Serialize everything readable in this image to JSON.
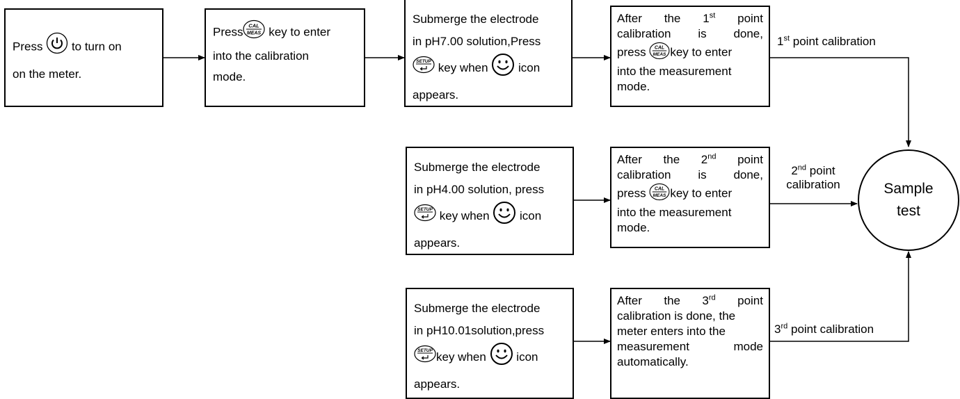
{
  "icons": {
    "power": "power-button-icon",
    "cal_meas": "cal-meas-key-icon",
    "setup": "setup-enter-key-icon",
    "smiley": "smiley-face-icon"
  },
  "keys": {
    "cal_top": "CAL",
    "cal_bottom": "MEAS",
    "setup": "SETUP"
  },
  "step1": {
    "pre": "Press",
    "post": "to turn on",
    "line2": "on the meter."
  },
  "step2": {
    "pre": "Press",
    "post": "key to enter",
    "line2": "into the calibration",
    "line3": "mode."
  },
  "row1": {
    "solution": {
      "line1": "Submerge the electrode",
      "line2": "in pH7.00 solution,Press",
      "line3_post": "key when",
      "line3_end": "icon",
      "line4": "appears."
    },
    "after": {
      "w1": "After",
      "w2": "the",
      "ord_num": "1",
      "ord_sup": "st",
      "w3": "point",
      "l2a": "calibration",
      "l2b": "is",
      "l2c": "done,",
      "l3a": "press",
      "l3b": "key to enter",
      "l4": "into the measurement",
      "l5": "mode."
    },
    "edge": {
      "num": "1",
      "sup": "st",
      "text": "point calibration"
    }
  },
  "row2": {
    "solution": {
      "line1": "Submerge the electrode",
      "line2": "in pH4.00 solution, press",
      "line3_post": "key when",
      "line3_end": "icon",
      "line4": "appears."
    },
    "after": {
      "w1": "After",
      "w2": "the",
      "ord_num": "2",
      "ord_sup": "nd",
      "w3": "point",
      "l2a": "calibration",
      "l2b": "is",
      "l2c": "done,",
      "l3a": "press",
      "l3b": "key to enter",
      "l4": "into the measurement",
      "l5": "mode."
    },
    "edge": {
      "num": "2",
      "sup": "nd",
      "text1": "point",
      "text2": "calibration"
    }
  },
  "row3": {
    "solution": {
      "line1": "Submerge the electrode",
      "line2": "in pH10.01solution,press",
      "line3_post": "key when",
      "line3_end": "icon",
      "line4": "appears."
    },
    "after": {
      "w1": "After",
      "w2": "the",
      "ord_num": "3",
      "ord_sup": "rd",
      "w3": "point",
      "l2": "calibration is done, the",
      "l3": "meter enters into the",
      "l4a": "measurement",
      "l4b": "mode",
      "l5": "automatically."
    },
    "edge": {
      "num": "3",
      "sup": "rd",
      "text": "point calibration"
    }
  },
  "sample": {
    "line1": "Sample",
    "line2": "test"
  }
}
